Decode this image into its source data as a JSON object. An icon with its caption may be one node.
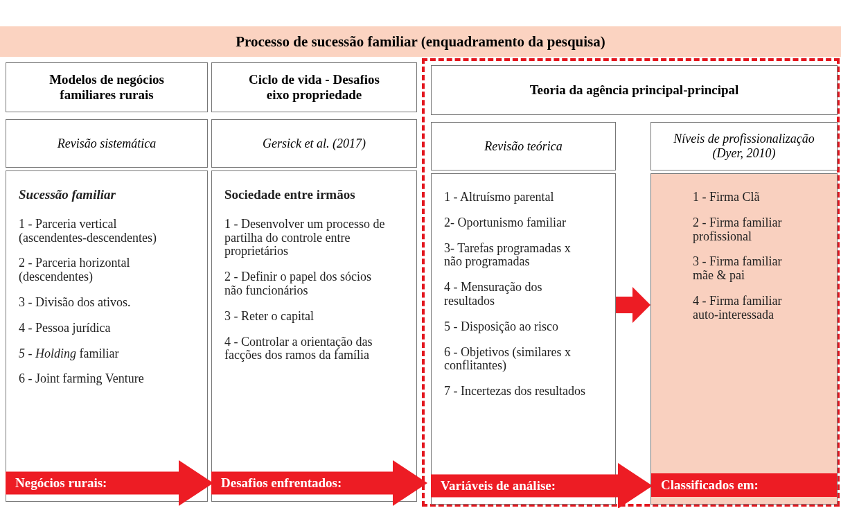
{
  "diagram": {
    "nodes": [
      {
        "text": [
          "Processo de sucessão familiar (enquadramento da pesquisa)"
        ]
      },
      {
        "text": [
          "Modelos de negócios familiares rurais"
        ]
      },
      {
        "text": [
          "Ciclo de vida - Desafios eixo propriedade"
        ]
      },
      {
        "text": [],
        "shape": "box"
      },
      {
        "text": [
          "Teoria da agência principal-principal"
        ],
        "in": 3
      },
      {
        "text": [
          "Revisão sistemática"
        ]
      },
      {
        "text": [
          "Gersick et al. (2017)"
        ]
      },
      {
        "text": [
          "Revisão teórica"
        ],
        "in": 3
      },
      {
        "text": [
          "Níveis de profissionalização (Dyer, 2010)"
        ],
        "in": 3
      },
      {
        "text": [
          "Sucessão familiar",
          "1 - Parceria vertical (ascendentes-descendentes)",
          "2 - Parceria horizontal (descendentes)",
          "3 - Divisão dos ativos.",
          "4 - Pessoa jurídica",
          "*5 - Holding* familiar",
          "6 - Joint farming Venture"
        ]
      },
      {
        "text": [
          "Sociedade entre irmãos",
          "1 - Desenvolver um processo de partilha do controle entre proprietários",
          "2 - Definir o papel dos sócios não funcionários",
          "3 - Reter o capital",
          "4 - Controlar a orientação das facções dos ramos da família"
        ]
      },
      {
        "text": [
          "1 - Altruísmo parental",
          "2- Oportunismo familiar",
          "3- Tarefas programadas x não programadas",
          "4 - Mensuração dos resultados",
          "5 - Disposição ao risco",
          "6 - Objetivos (similares x conflitantes)",
          "7 - Incertezas dos resultados"
        ],
        "in": 3
      },
      {
        "text": [
          "1 - Firma Clã",
          "2 - Firma familiar profissional",
          "3 - Firma familiar mãe & pai",
          "4 - Firma familiar auto-interessada"
        ],
        "in": 3
      },
      {
        "text": [
          "Negócios rurais:"
        ]
      },
      {
        "text": [
          "Desafios enfrentados:"
        ]
      },
      {
        "text": [
          "Variáveis de análise:"
        ],
        "in": 3
      },
      {
        "text": [
          "Classificados em:"
        ],
        "in": 12
      }
    ],
    "edges": [
      {
        "from": 11,
        "to": 12,
        "arrow": "to"
      }
    ]
  }
}
